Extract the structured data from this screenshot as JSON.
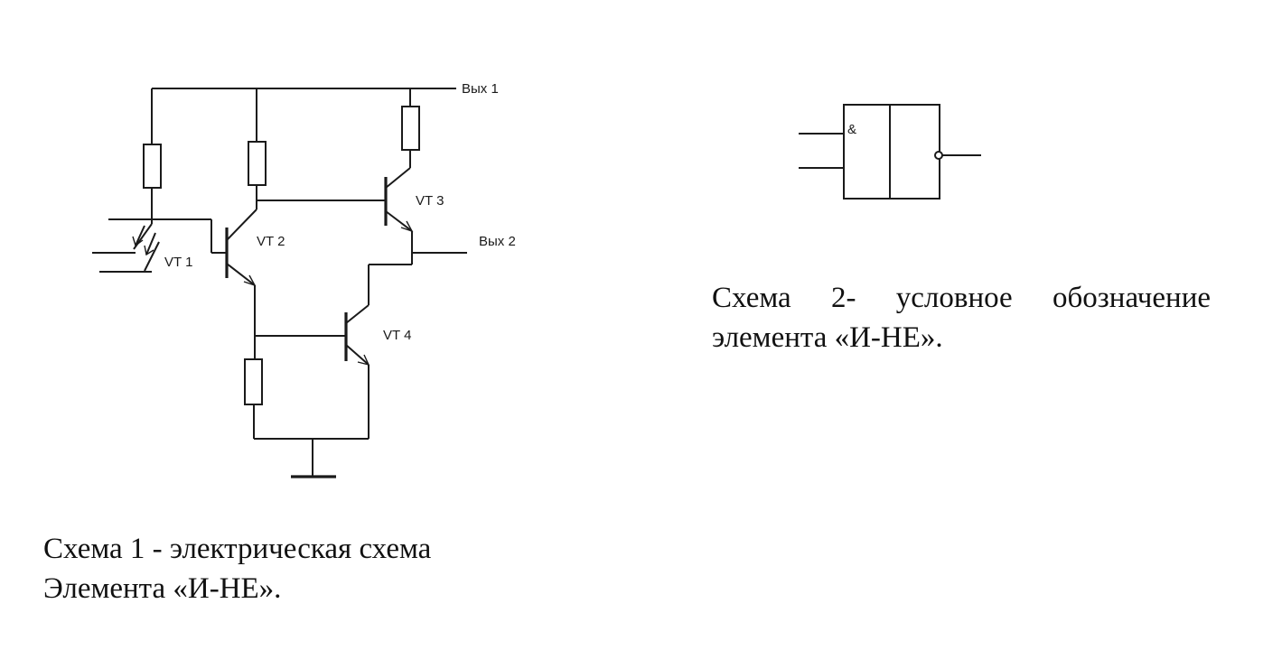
{
  "scheme1": {
    "labels": {
      "out1": "Вых 1",
      "out2": "Вых 2",
      "vt1": "VT 1",
      "vt2": "VT 2",
      "vt3": "VT 3",
      "vt4": "VT 4"
    },
    "caption": {
      "line1": "Схема 1 - электрическая схема",
      "line2": "Элемента «И-НЕ»."
    }
  },
  "scheme2": {
    "symbol": "&",
    "caption": {
      "line1": "Схема 2- условное обозначение",
      "line2": "элемента «И-НЕ»."
    }
  }
}
